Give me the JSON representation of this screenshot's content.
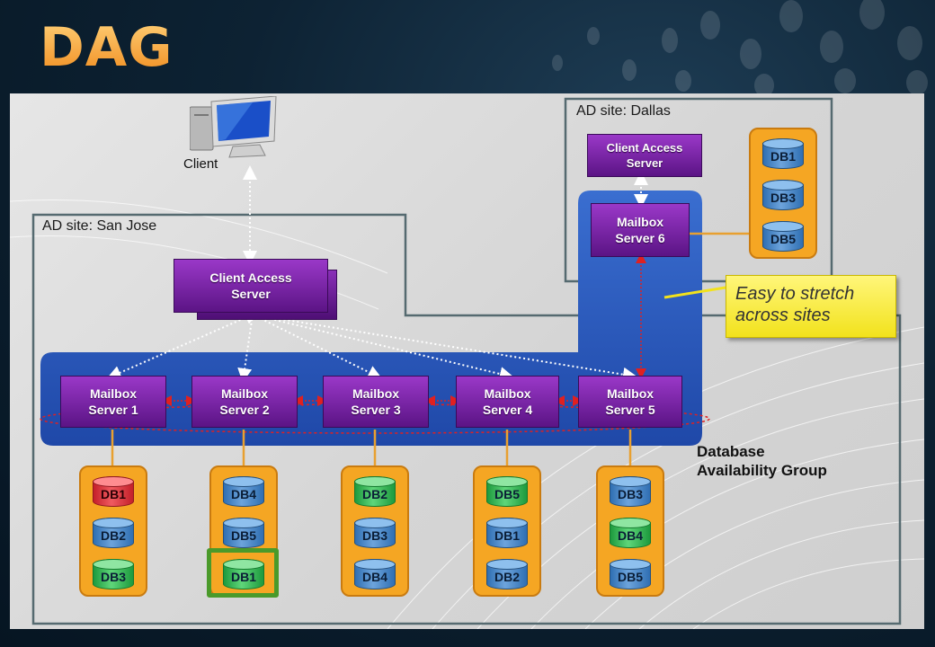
{
  "title": "DAG",
  "client": {
    "label": "Client",
    "icon": "computer-icon"
  },
  "sites": {
    "san_jose": "AD site: San Jose",
    "dallas": "AD site: Dallas"
  },
  "cas": {
    "san_jose": [
      "Client Access",
      "Server"
    ],
    "dallas": [
      "Client Access",
      "Server"
    ]
  },
  "mailbox_servers": [
    {
      "line1": "Mailbox",
      "line2": "Server 1"
    },
    {
      "line1": "Mailbox",
      "line2": "Server 2"
    },
    {
      "line1": "Mailbox",
      "line2": "Server 3"
    },
    {
      "line1": "Mailbox",
      "line2": "Server 4"
    },
    {
      "line1": "Mailbox",
      "line2": "Server 5"
    },
    {
      "line1": "Mailbox",
      "line2": "Server 6"
    }
  ],
  "databases": {
    "server1": [
      {
        "name": "DB1",
        "color": "red"
      },
      {
        "name": "DB2",
        "color": "blue"
      },
      {
        "name": "DB3",
        "color": "green"
      }
    ],
    "server2": [
      {
        "name": "DB4",
        "color": "blue"
      },
      {
        "name": "DB5",
        "color": "blue"
      },
      {
        "name": "DB1",
        "color": "green",
        "highlighted": true
      }
    ],
    "server3": [
      {
        "name": "DB2",
        "color": "green"
      },
      {
        "name": "DB3",
        "color": "blue"
      },
      {
        "name": "DB4",
        "color": "blue"
      }
    ],
    "server4": [
      {
        "name": "DB5",
        "color": "green"
      },
      {
        "name": "DB1",
        "color": "blue"
      },
      {
        "name": "DB2",
        "color": "blue"
      }
    ],
    "server5": [
      {
        "name": "DB3",
        "color": "blue"
      },
      {
        "name": "DB4",
        "color": "green"
      },
      {
        "name": "DB5",
        "color": "blue"
      }
    ],
    "server6": [
      {
        "name": "DB1",
        "color": "blue"
      },
      {
        "name": "DB3",
        "color": "blue"
      },
      {
        "name": "DB5",
        "color": "blue"
      }
    ]
  },
  "callout": [
    "Easy to stretch",
    "across sites"
  ],
  "dag_label": [
    "Database",
    "Availability Group"
  ],
  "colors": {
    "title": "#f4a43c",
    "server": "#7b24a8",
    "dag_band": "#2a5ab8",
    "db_box": "#f5a623",
    "db_blue": "#4a88c8",
    "db_green": "#2fb350",
    "db_red": "#d8343c",
    "callout": "#f7ec3a",
    "highlight": "#4a9a2a"
  }
}
